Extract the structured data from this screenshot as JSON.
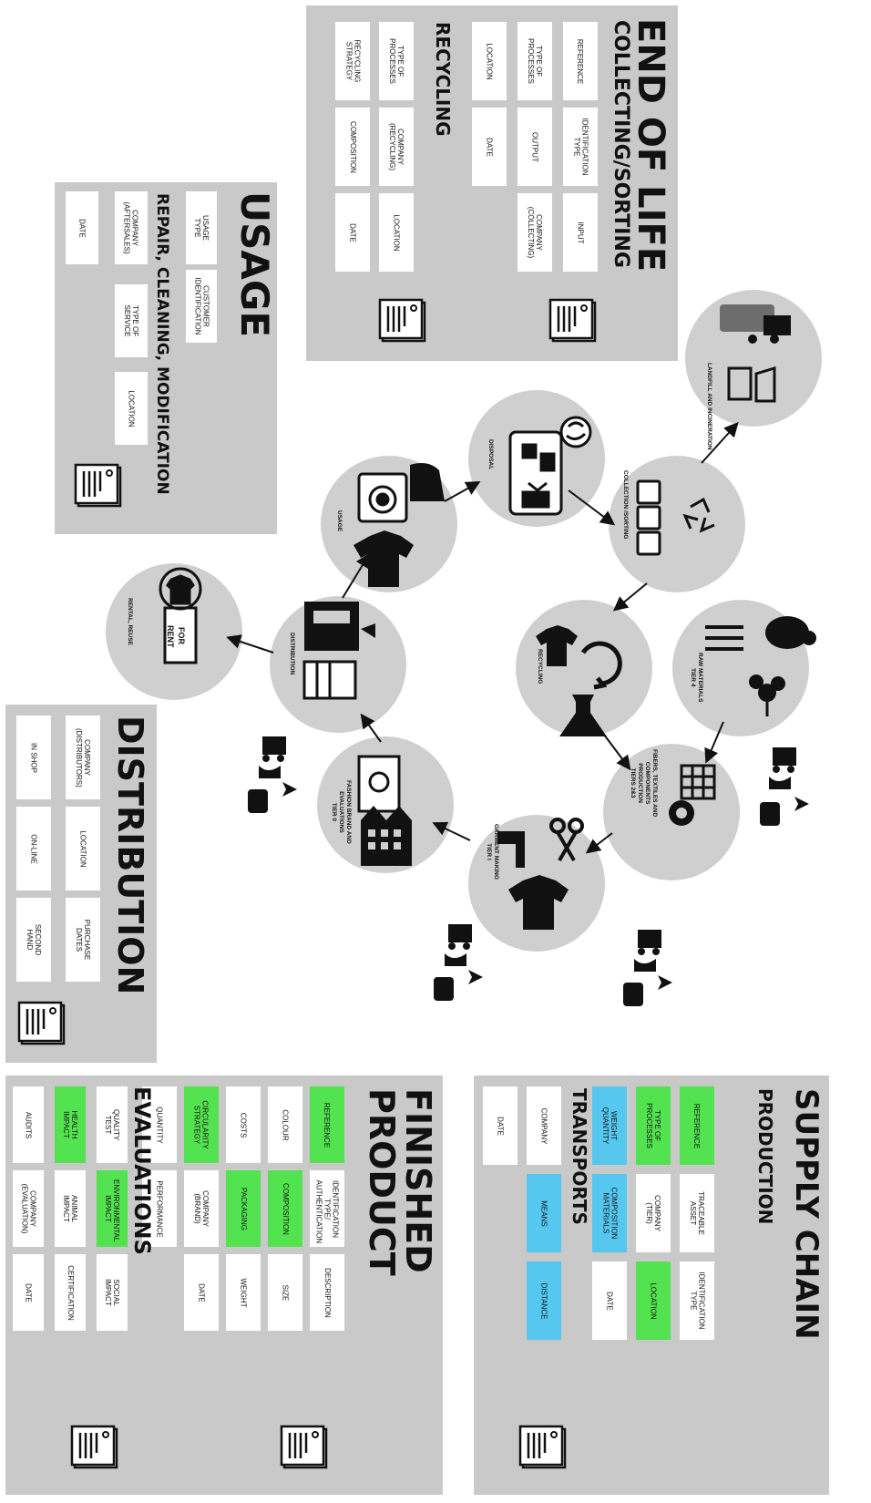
{
  "end_of_life": {
    "title": "END OF LIFE",
    "section1": "COLLECTING/SORTING",
    "section1_boxes": [
      "REFERENCE",
      "IDENTIFICATION TYPE",
      "INPUT",
      "TYPE OF PROCESSES",
      "OUTPUT",
      "COMPANY (COLLECTING)",
      "LOCATION",
      "DATE"
    ],
    "section2": "RECYCLING",
    "section2_boxes": [
      "TYPE OF PROCESSES",
      "COMPANY (RECYCLING)",
      "LOCATION",
      "RECYCLING STRATEGY",
      "COMPOSITION",
      "DATE"
    ]
  },
  "usage": {
    "title": "USAGE",
    "section": "REPAIR, CLEANING, MODIFICATION",
    "boxes": [
      "USAGE TYPE",
      "CUSTOMER IDENTIFICATION",
      "COMPANY (AFTERSALES)",
      "TYPE OF SERVICE",
      "LOCATION",
      "DATE"
    ]
  },
  "distribution": {
    "title": "DISTRIBUTION",
    "boxes": [
      "COMPANY (DISTRIBUTORS)",
      "LOCATION",
      "PURCHASE DATES",
      "IN SHOP",
      "ON-LINE",
      "SECOND HAND"
    ]
  },
  "finished_product": {
    "title1": "FINISHED",
    "title2": "PRODUCT",
    "boxes": [
      "REFERENCE",
      "IDENTIFICATION TYPE/ AUTHENTICATION",
      "DESCRIPTION",
      "COLOUR",
      "COMPOSITION",
      "SIZE",
      "COSTS",
      "PACKAGING",
      "WEIGHT",
      "CIRCULARITY STRATEGY",
      "COMPANY (BRAND)",
      "DATE",
      "QUANTITY",
      "PERFORMANCE"
    ],
    "section": "EVALUATIONS",
    "eval_boxes": [
      "QUALITY TEST",
      "ENVIRONMENTAL IMPACT",
      "SOCIAL IMPACT",
      "HEALTH IMPACT",
      "ANIMAL IMPACT",
      "CERTIFICATION",
      "AUDITS",
      "COMPANY (EVALUATION)",
      "DATE"
    ]
  },
  "supply_chain": {
    "title": "SUPPLY CHAIN",
    "section1": "PRODUCTION",
    "boxes": [
      "REFERENCE",
      "TRACEABLE ASSET",
      "IDENTIFICATION TYPE",
      "TYPE OF PROCESSES",
      "COMPANY (TIER)",
      "LOCATION",
      "WEIGHT QUANTITY",
      "COMPOSITION MATERIALS",
      "DATE"
    ],
    "section2": "TRANSPORTS",
    "transport_boxes": [
      "COMPANY",
      "MEANS",
      "DISTANCE",
      "DATE"
    ]
  },
  "cycle": {
    "landfill": "LANDFILL AND INCINERATION",
    "disposal": "DISPOSAL",
    "collection": "COLLECTION /SORTING",
    "usage": "USAGE",
    "recycling": "RECYCLING",
    "raw1": "RAW MATERIALS",
    "raw2": "TIER 4",
    "rental": "RENTAL, REUSE",
    "distribution": "DISTRIBUTION",
    "fibers1": "FIBERS, TEXTILES AND",
    "fibers2": "COMPONENTS",
    "fibers3": "PRODUCTION",
    "fibers4": "TIERS 2&3",
    "fashion1": "FASHION BRAND AND",
    "fashion2": "EVALUATIONS",
    "fashion3": "TIER 0",
    "garment1": "GARMENT MAKING",
    "garment2": "TIER I",
    "rent_sign1": "FOR",
    "rent_sign2": "RENT"
  },
  "colors": {
    "panel": "#c9c9c9",
    "green": "#53e250",
    "blue": "#56c7ee",
    "circle": "#cfcfcf"
  },
  "icons": [
    "document-icon",
    "truck-icon",
    "ship-icon",
    "train-icon",
    "plane-icon",
    "recycle-icon",
    "washing-machine-icon",
    "iron-icon",
    "tshirt-icon",
    "sewing-machine-icon",
    "scissors-icon",
    "factory-icon",
    "sheep-icon",
    "cotton-icon",
    "bamboo-icon",
    "fabric-icon",
    "shop-icon",
    "bins-icon",
    "flask-icon",
    "for-rent-sign-icon"
  ]
}
